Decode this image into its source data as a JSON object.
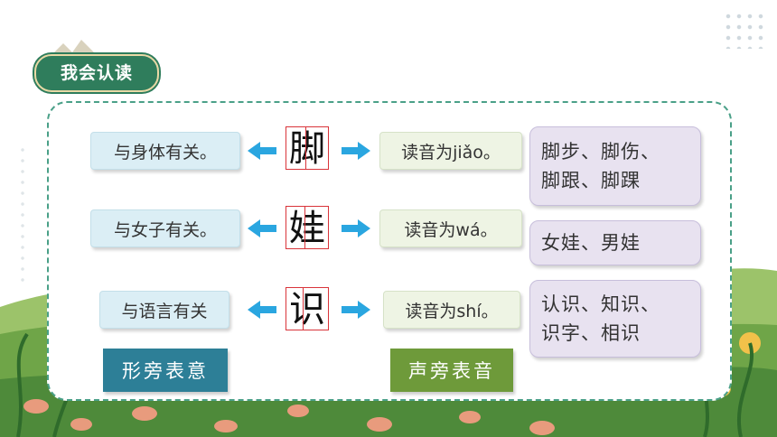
{
  "section_title": "我会认读",
  "rows": [
    {
      "meaning": "与身体有关。",
      "char": "脚",
      "pronunciation": "读音为jiǎo。",
      "words_line1": "脚步、脚伤、",
      "words_line2": "脚跟、脚踝"
    },
    {
      "meaning": "与女子有关。",
      "char": "娃",
      "pronunciation": "读音为wá。",
      "words_line1": "女娃、男娃",
      "words_line2": ""
    },
    {
      "meaning": "与语言有关",
      "char": "识",
      "pronunciation": "读音为shí。",
      "words_line1": "认识、知识、",
      "words_line2": "识字、相识"
    }
  ],
  "tags": {
    "form": "形旁表意",
    "sound": "声旁表音"
  },
  "colors": {
    "arrow": "#2aa6e0",
    "char_border": "#d9343a",
    "card_border": "#4aa088",
    "title_bg": "#2f7d5c",
    "tag_form": "#2d7f97",
    "tag_sound": "#6e9a3a"
  }
}
